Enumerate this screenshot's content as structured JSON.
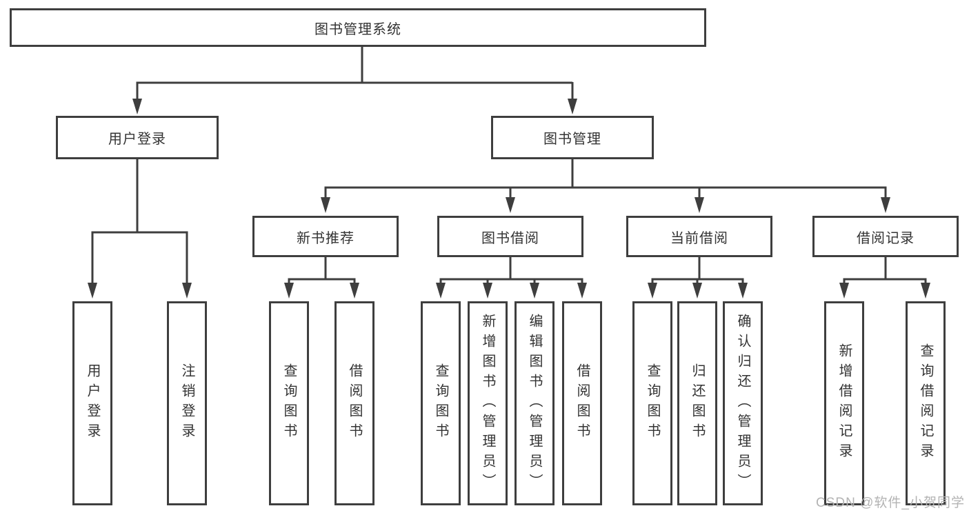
{
  "watermark": "CSDN @软件_小贺同学",
  "colors": {
    "line": "#3e3e3e",
    "text": "#333333",
    "watermark": "#b3b3b3"
  },
  "tree": {
    "label": "图书管理系统",
    "children": [
      {
        "label": "用户登录",
        "children": [
          {
            "label": "用户登录"
          },
          {
            "label": "注销登录"
          }
        ]
      },
      {
        "label": "图书管理",
        "children": [
          {
            "label": "新书推荐",
            "children": [
              {
                "label": "查询图书"
              },
              {
                "label": "借阅图书"
              }
            ]
          },
          {
            "label": "图书借阅",
            "children": [
              {
                "label": "查询图书"
              },
              {
                "label": "新增图书（管理员）"
              },
              {
                "label": "编辑图书（管理员）"
              },
              {
                "label": "借阅图书"
              }
            ]
          },
          {
            "label": "当前借阅",
            "children": [
              {
                "label": "查询图书"
              },
              {
                "label": "归还图书"
              },
              {
                "label": "确认归还（管理员）"
              }
            ]
          },
          {
            "label": "借阅记录",
            "children": [
              {
                "label": "新增借阅记录"
              },
              {
                "label": "查询借阅记录"
              }
            ]
          }
        ]
      }
    ]
  }
}
